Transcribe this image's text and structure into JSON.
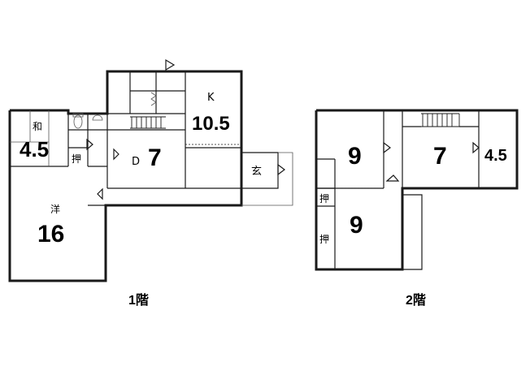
{
  "floor1": {
    "label": "1階",
    "rooms": {
      "wa": {
        "name": "和",
        "size": "4.5"
      },
      "oshi": {
        "name": "押"
      },
      "dining": {
        "name": "D",
        "size": "7"
      },
      "kitchen": {
        "name": "K",
        "size": "10.5"
      },
      "genkan": {
        "name": "玄"
      },
      "yo": {
        "name": "洋",
        "size": "16"
      }
    }
  },
  "floor2": {
    "label": "2階",
    "rooms": {
      "room_a": {
        "size": "9"
      },
      "room_b": {
        "size": "7"
      },
      "room_c": {
        "size": "4.5"
      },
      "room_d": {
        "size": "9"
      },
      "oshi_top": {
        "name": "押"
      },
      "oshi_bottom": {
        "name": "押"
      }
    }
  }
}
